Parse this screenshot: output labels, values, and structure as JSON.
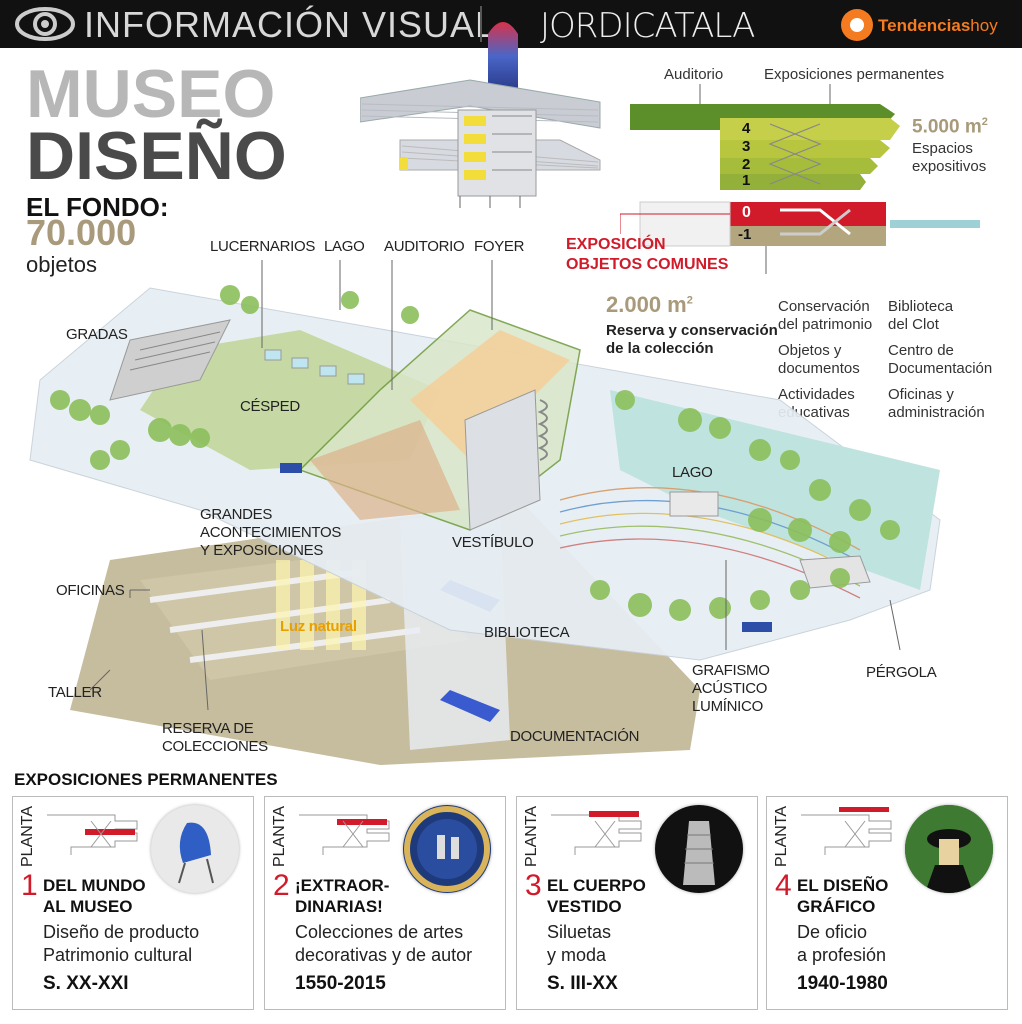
{
  "header": {
    "title": "INFORMACIÓN VISUAL",
    "brand": "JORDICATALA",
    "brand2_a": "Tendencias",
    "brand2_b": "hoy"
  },
  "hero": {
    "line1": "MUSEO",
    "line2": "DISEÑO",
    "fondo_label": "EL FONDO:",
    "fondo_value": "70.000",
    "fondo_unit": "objetos"
  },
  "section": {
    "auditorio": "Auditorio",
    "exposiciones": "Exposiciones permanentes",
    "floors": [
      "4",
      "3",
      "2",
      "1",
      "0",
      "-1"
    ],
    "area1_value": "5.000 m",
    "area1_sup": "2",
    "area1_desc1": "Espacios",
    "area1_desc2": "expositivos",
    "expo_comunes1": "EXPOSICIÓN",
    "expo_comunes2": "OBJETOS COMUNES",
    "area2_value": "2.000 m",
    "area2_sup": "2",
    "area2_desc1": "Reserva y conservación",
    "area2_desc2": "de la colección",
    "uses_left": [
      "Conservación",
      "del patrimonio",
      "Objetos y",
      "documentos",
      "Actividades",
      "educativas"
    ],
    "uses_right": [
      "Biblioteca",
      "del Clot",
      "Centro de",
      "Documentación",
      "Oficinas y",
      "administración"
    ]
  },
  "labels": {
    "lucernarios": "LUCERNARIOS",
    "lago_top": "LAGO",
    "auditorio": "AUDITORIO",
    "foyer": "FOYER",
    "gradas": "GRADAS",
    "cesped": "CÉSPED",
    "lago_right": "LAGO",
    "grandes1": "GRANDES",
    "grandes2": "ACONTECIMIENTOS",
    "grandes3": "Y EXPOSICIONES",
    "vestibulo": "VESTÍBULO",
    "oficinas": "OFICINAS",
    "luz": "Luz natural",
    "biblioteca": "BIBLIOTECA",
    "taller": "TALLER",
    "reserva1": "RESERVA DE",
    "reserva2": "COLECCIONES",
    "grafismo1": "GRAFISMO",
    "grafismo2": "ACÚSTICO",
    "grafismo3": "LUMÍNICO",
    "pergola": "PÉRGOLA",
    "documentacion": "DOCUMENTACIÓN"
  },
  "permanentes": {
    "heading": "EXPOSICIONES PERMANENTES",
    "planta_label": "PLANTA",
    "items": [
      {
        "num": "1",
        "title1": "DEL MUNDO",
        "title2": "AL MUSEO",
        "desc1": "Diseño de producto",
        "desc2": "Patrimonio cultural",
        "years": "S. XX-XXI"
      },
      {
        "num": "2",
        "title1": "¡EXTRAOR-",
        "title2": "DINARIAS!",
        "desc1": "Colecciones de artes",
        "desc2": "decorativas y de autor",
        "years": "1550-2015"
      },
      {
        "num": "3",
        "title1": "EL CUERPO",
        "title2": "VESTIDO",
        "desc1": "Siluetas",
        "desc2": "y moda",
        "years": "S. III-XX"
      },
      {
        "num": "4",
        "title1": "EL DISEÑO",
        "title2": "GRÁFICO",
        "desc1": "De oficio",
        "desc2": "a profesión",
        "years": "1940-1980"
      }
    ]
  },
  "colors": {
    "accent_red": "#d11a2a",
    "brand_orange": "#f47b20",
    "green_floor": "#8cb43a",
    "tan_area": "#b3a67e"
  }
}
